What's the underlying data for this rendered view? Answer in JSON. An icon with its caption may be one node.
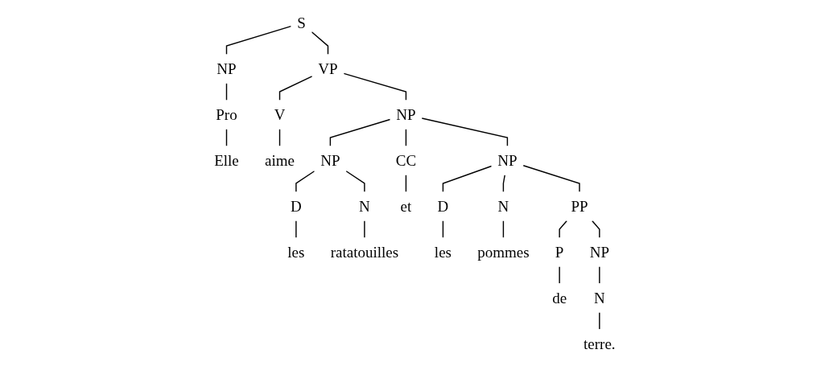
{
  "diagram": {
    "nodes": [
      {
        "text": [
          "S"
        ]
      },
      {
        "text": [
          "NP"
        ]
      },
      {
        "text": [
          "VP"
        ]
      },
      {
        "text": [
          "Pro"
        ]
      },
      {
        "text": [
          "V"
        ]
      },
      {
        "text": [
          "NP"
        ]
      },
      {
        "text": [
          "Elle"
        ]
      },
      {
        "text": [
          "aime"
        ]
      },
      {
        "text": [
          "NP"
        ]
      },
      {
        "text": [
          "CC"
        ]
      },
      {
        "text": [
          "NP"
        ]
      },
      {
        "text": [
          "D"
        ]
      },
      {
        "text": [
          "N"
        ]
      },
      {
        "text": [
          "et"
        ]
      },
      {
        "text": [
          "D"
        ]
      },
      {
        "text": [
          "N"
        ]
      },
      {
        "text": [
          "PP"
        ]
      },
      {
        "text": [
          "les"
        ]
      },
      {
        "text": [
          "ratatouilles"
        ]
      },
      {
        "text": [
          "les"
        ]
      },
      {
        "text": [
          "pommes"
        ]
      },
      {
        "text": [
          "P"
        ]
      },
      {
        "text": [
          "NP"
        ]
      },
      {
        "text": [
          "de"
        ]
      },
      {
        "text": [
          "N"
        ]
      },
      {
        "text": [
          "terre."
        ]
      }
    ],
    "edges": [
      {
        "from": 0,
        "to": 1,
        "arrow": "none"
      },
      {
        "from": 0,
        "to": 2,
        "arrow": "none"
      },
      {
        "from": 1,
        "to": 3,
        "arrow": "none"
      },
      {
        "from": 2,
        "to": 4,
        "arrow": "none"
      },
      {
        "from": 2,
        "to": 5,
        "arrow": "none"
      },
      {
        "from": 3,
        "to": 6,
        "arrow": "none"
      },
      {
        "from": 4,
        "to": 7,
        "arrow": "none"
      },
      {
        "from": 5,
        "to": 8,
        "arrow": "none"
      },
      {
        "from": 5,
        "to": 9,
        "arrow": "none"
      },
      {
        "from": 5,
        "to": 10,
        "arrow": "none"
      },
      {
        "from": 8,
        "to": 11,
        "arrow": "none"
      },
      {
        "from": 8,
        "to": 12,
        "arrow": "none"
      },
      {
        "from": 9,
        "to": 13,
        "arrow": "none"
      },
      {
        "from": 10,
        "to": 14,
        "arrow": "none"
      },
      {
        "from": 10,
        "to": 15,
        "arrow": "none"
      },
      {
        "from": 10,
        "to": 16,
        "arrow": "none"
      },
      {
        "from": 11,
        "to": 17,
        "arrow": "none"
      },
      {
        "from": 12,
        "to": 18,
        "arrow": "none"
      },
      {
        "from": 14,
        "to": 19,
        "arrow": "none"
      },
      {
        "from": 15,
        "to": 20,
        "arrow": "none"
      },
      {
        "from": 16,
        "to": 21,
        "arrow": "none"
      },
      {
        "from": 16,
        "to": 22,
        "arrow": "none"
      },
      {
        "from": 21,
        "to": 23,
        "arrow": "none"
      },
      {
        "from": 22,
        "to": 24,
        "arrow": "none"
      },
      {
        "from": 24,
        "to": 25,
        "arrow": "none"
      }
    ]
  }
}
